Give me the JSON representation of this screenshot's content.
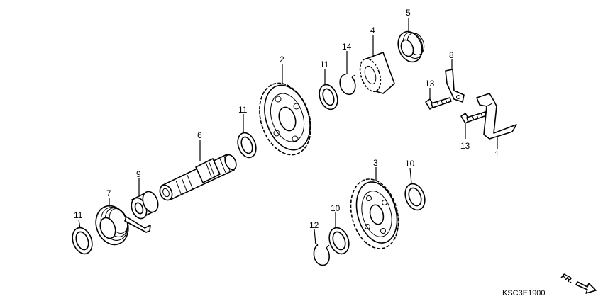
{
  "callouts": {
    "c1": "1",
    "c2": "2",
    "c3": "3",
    "c4": "4",
    "c5": "5",
    "c6": "6",
    "c7": "7",
    "c8": "8",
    "c9": "9",
    "c10a": "10",
    "c10b": "10",
    "c11a": "11",
    "c11b": "11",
    "c11c": "11",
    "c12": "12",
    "c13a": "13",
    "c13b": "13",
    "c14": "14"
  },
  "diagram_code": "KSC3E1900",
  "direction_label": "FR."
}
